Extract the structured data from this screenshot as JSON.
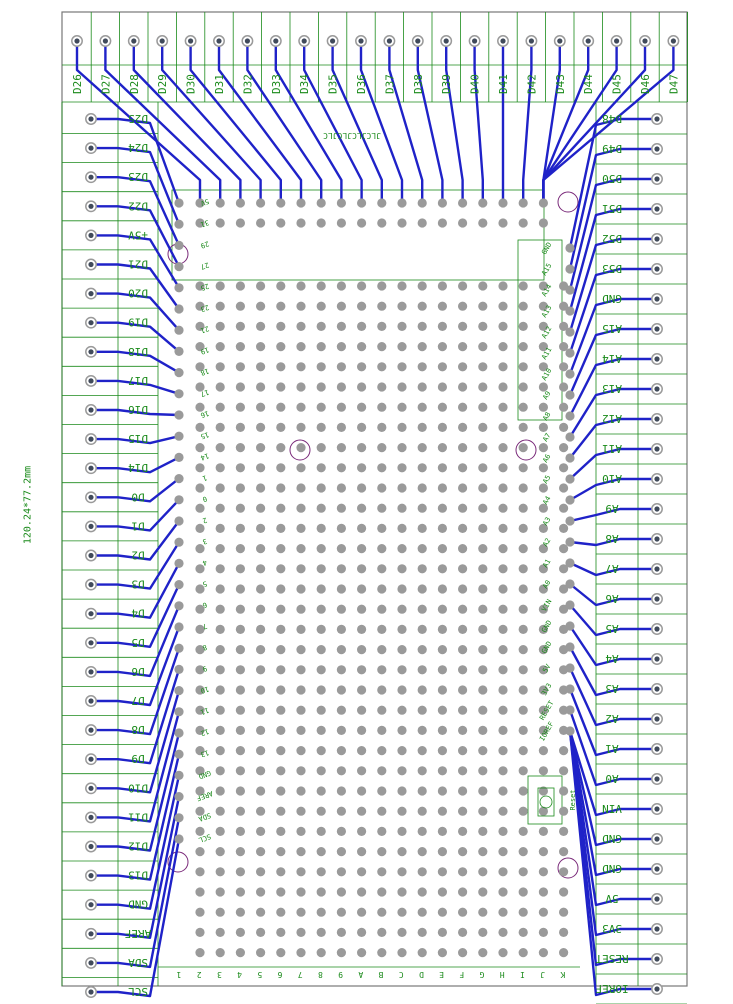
{
  "board": {
    "dimension_text": "120.24*77.2mm",
    "brand_text": "JLCJLCJLCJLC",
    "reset_label": "Reset",
    "colors": {
      "silk": "#1a8a1a",
      "trace": "#1f22c8",
      "pad": "#9a9a9a",
      "outline": "#777777",
      "circle": "#7a2a7a"
    }
  },
  "top_header": [
    "D26",
    "D27",
    "D28",
    "D29",
    "D30",
    "D31",
    "D32",
    "D33",
    "D34",
    "D35",
    "D36",
    "D37",
    "D38",
    "D39",
    "D40",
    "D41",
    "D42",
    "D43",
    "D44",
    "D45",
    "D46",
    "D47"
  ],
  "left_header": [
    "D25",
    "D24",
    "D23",
    "D22",
    "+5V",
    "D21",
    "D20",
    "D19",
    "D18",
    "D17",
    "D16",
    "D15",
    "D14",
    "D0",
    "D1",
    "D2",
    "D3",
    "D4",
    "D5",
    "D6",
    "D7",
    "D8",
    "D9",
    "D10",
    "D11",
    "D12",
    "D13",
    "GND",
    "AREF",
    "SDA",
    "SCL"
  ],
  "right_header": [
    "D48",
    "D49",
    "D50",
    "D51",
    "D52",
    "D53",
    "GND",
    "A15",
    "A14",
    "A13",
    "A12",
    "A11",
    "A10",
    "A9",
    "A8",
    "A7",
    "A6",
    "A5",
    "A4",
    "A3",
    "A2",
    "A1",
    "A0",
    "VIN",
    "GND",
    "GND",
    "5V",
    "3V3",
    "RESET",
    "IOREF"
  ],
  "grid_cols": [
    "1",
    "2",
    "3",
    "4",
    "5",
    "6",
    "7",
    "8",
    "9",
    "A",
    "B",
    "C",
    "D",
    "E",
    "F",
    "G",
    "H",
    "I",
    "J",
    "K"
  ],
  "left_inner_labels": [
    "5V",
    "31",
    "29",
    "27",
    "25",
    "23",
    "21",
    "19",
    "18",
    "17",
    "16",
    "15",
    "14",
    "1",
    "0",
    "2",
    "3",
    "4",
    "5",
    "6",
    "7",
    "8",
    "9",
    "10",
    "11",
    "12",
    "13",
    "GND",
    "AREF",
    "SDA",
    "SCL"
  ],
  "right_inner_labels": [
    "GND",
    "A15",
    "A14",
    "A13",
    "A12",
    "A11",
    "A10",
    "A9",
    "A8",
    "A7",
    "A6",
    "A5",
    "A4",
    "A3",
    "A2",
    "A1",
    "A0",
    "VIN",
    "GND",
    "GND",
    "5V",
    "3V3",
    "RESET",
    "IOREF"
  ]
}
